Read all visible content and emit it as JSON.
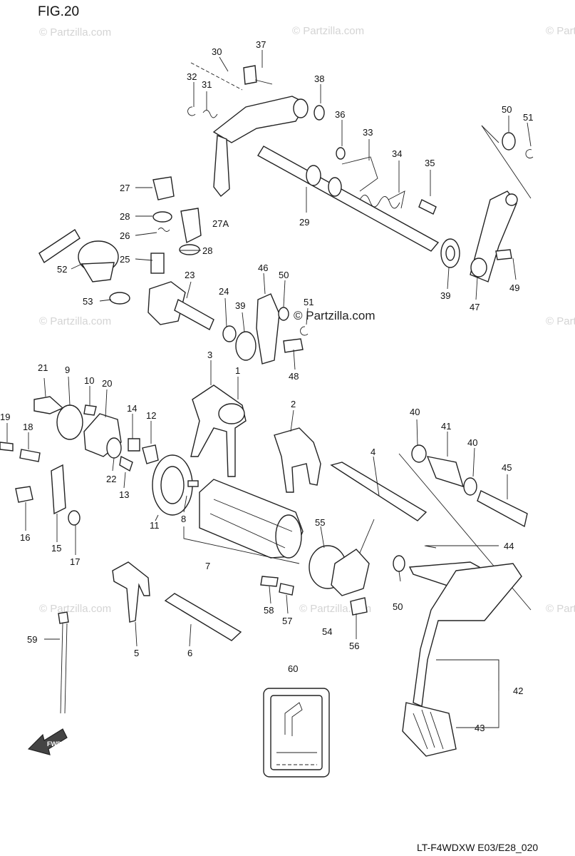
{
  "figure_title": "FIG.20",
  "figure_code": "LT-F4WDXW E03/E28_020",
  "watermark": "© Partzilla.com",
  "fwd_label": "FWD",
  "callouts": {
    "p1": "1",
    "p2": "2",
    "p3": "3",
    "p4": "4",
    "p5": "5",
    "p6": "6",
    "p7": "7",
    "p8": "8",
    "p9": "9",
    "p10": "10",
    "p11": "11",
    "p12": "12",
    "p13": "13",
    "p14": "14",
    "p15": "15",
    "p16": "16",
    "p17": "17",
    "p18": "18",
    "p19": "19",
    "p20": "20",
    "p21": "21",
    "p22": "22",
    "p23": "23",
    "p24": "24",
    "p25": "25",
    "p26": "26",
    "p27": "27",
    "p27a": "27A",
    "p28a": "28",
    "p28b": "28",
    "p29": "29",
    "p30": "30",
    "p31": "31",
    "p32": "32",
    "p33": "33",
    "p34": "34",
    "p35": "35",
    "p36": "36",
    "p37": "37",
    "p38": "38",
    "p39a": "39",
    "p39b": "39",
    "p40a": "40",
    "p40b": "40",
    "p41": "41",
    "p42": "42",
    "p43": "43",
    "p44": "44",
    "p45": "45",
    "p46": "46",
    "p47": "47",
    "p48": "48",
    "p49": "49",
    "p50a": "50",
    "p50b": "50",
    "p50c": "50",
    "p51a": "51",
    "p51b": "51",
    "p52": "52",
    "p53": "53",
    "p54": "54",
    "p55": "55",
    "p56": "56",
    "p57": "57",
    "p58": "58",
    "p59": "59",
    "p60": "60"
  }
}
